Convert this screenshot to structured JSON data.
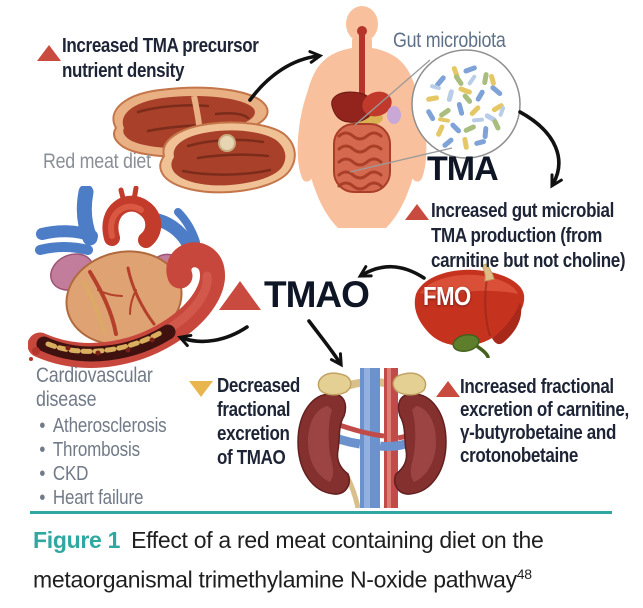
{
  "figure": {
    "labels": {
      "red_meat": "Red meat diet",
      "gut_microbiota": "Gut microbiota",
      "tma": "TMA",
      "tmao": "TMAO",
      "fmo": "FMO"
    },
    "annotations": {
      "tma_precursor": {
        "change": "increase",
        "lines": [
          "Increased TMA precursor",
          "nutrient density"
        ]
      },
      "tma_production": {
        "change": "increase",
        "lines": [
          "Increased gut microbial",
          "TMA production (from",
          "carnitine but not choline)"
        ]
      },
      "tmao_level": {
        "change": "increase"
      },
      "decreased_excretion": {
        "change": "decrease",
        "lines": [
          "Decreased",
          "fractional",
          "excretion",
          "of TMAO"
        ]
      },
      "increased_excretion": {
        "change": "increase",
        "lines": [
          "Increased fractional",
          "excretion of carnitine,",
          "γ-butyrobetaine and",
          "crotonobetaine"
        ]
      }
    },
    "cvd": {
      "title_lines": [
        "Cardiovascular",
        "disease"
      ],
      "items": [
        "Atherosclerosis",
        "Thrombosis",
        "CKD",
        "Heart failure"
      ]
    },
    "caption": {
      "label": "Figure 1",
      "line1": "Effect of a red meat containing diet on the",
      "line2": "metaorganismal trimethylamine N-oxide pathway",
      "reference": "48"
    },
    "colors": {
      "increase_triangle": "#c94b40",
      "decrease_triangle": "#e9b54d",
      "annotation_text": "#1d2436",
      "muted_label": "#8a8f96",
      "teal_accent": "#2fa8a2"
    }
  }
}
